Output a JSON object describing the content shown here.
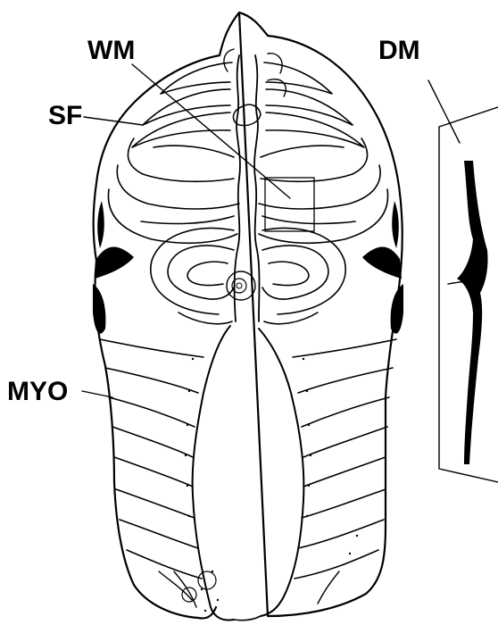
{
  "labels": {
    "wm": "WM",
    "dm": "DM",
    "sf": "SF",
    "myo": "MYO"
  },
  "colors": {
    "ink": "#000000",
    "paper": "#ffffff"
  }
}
